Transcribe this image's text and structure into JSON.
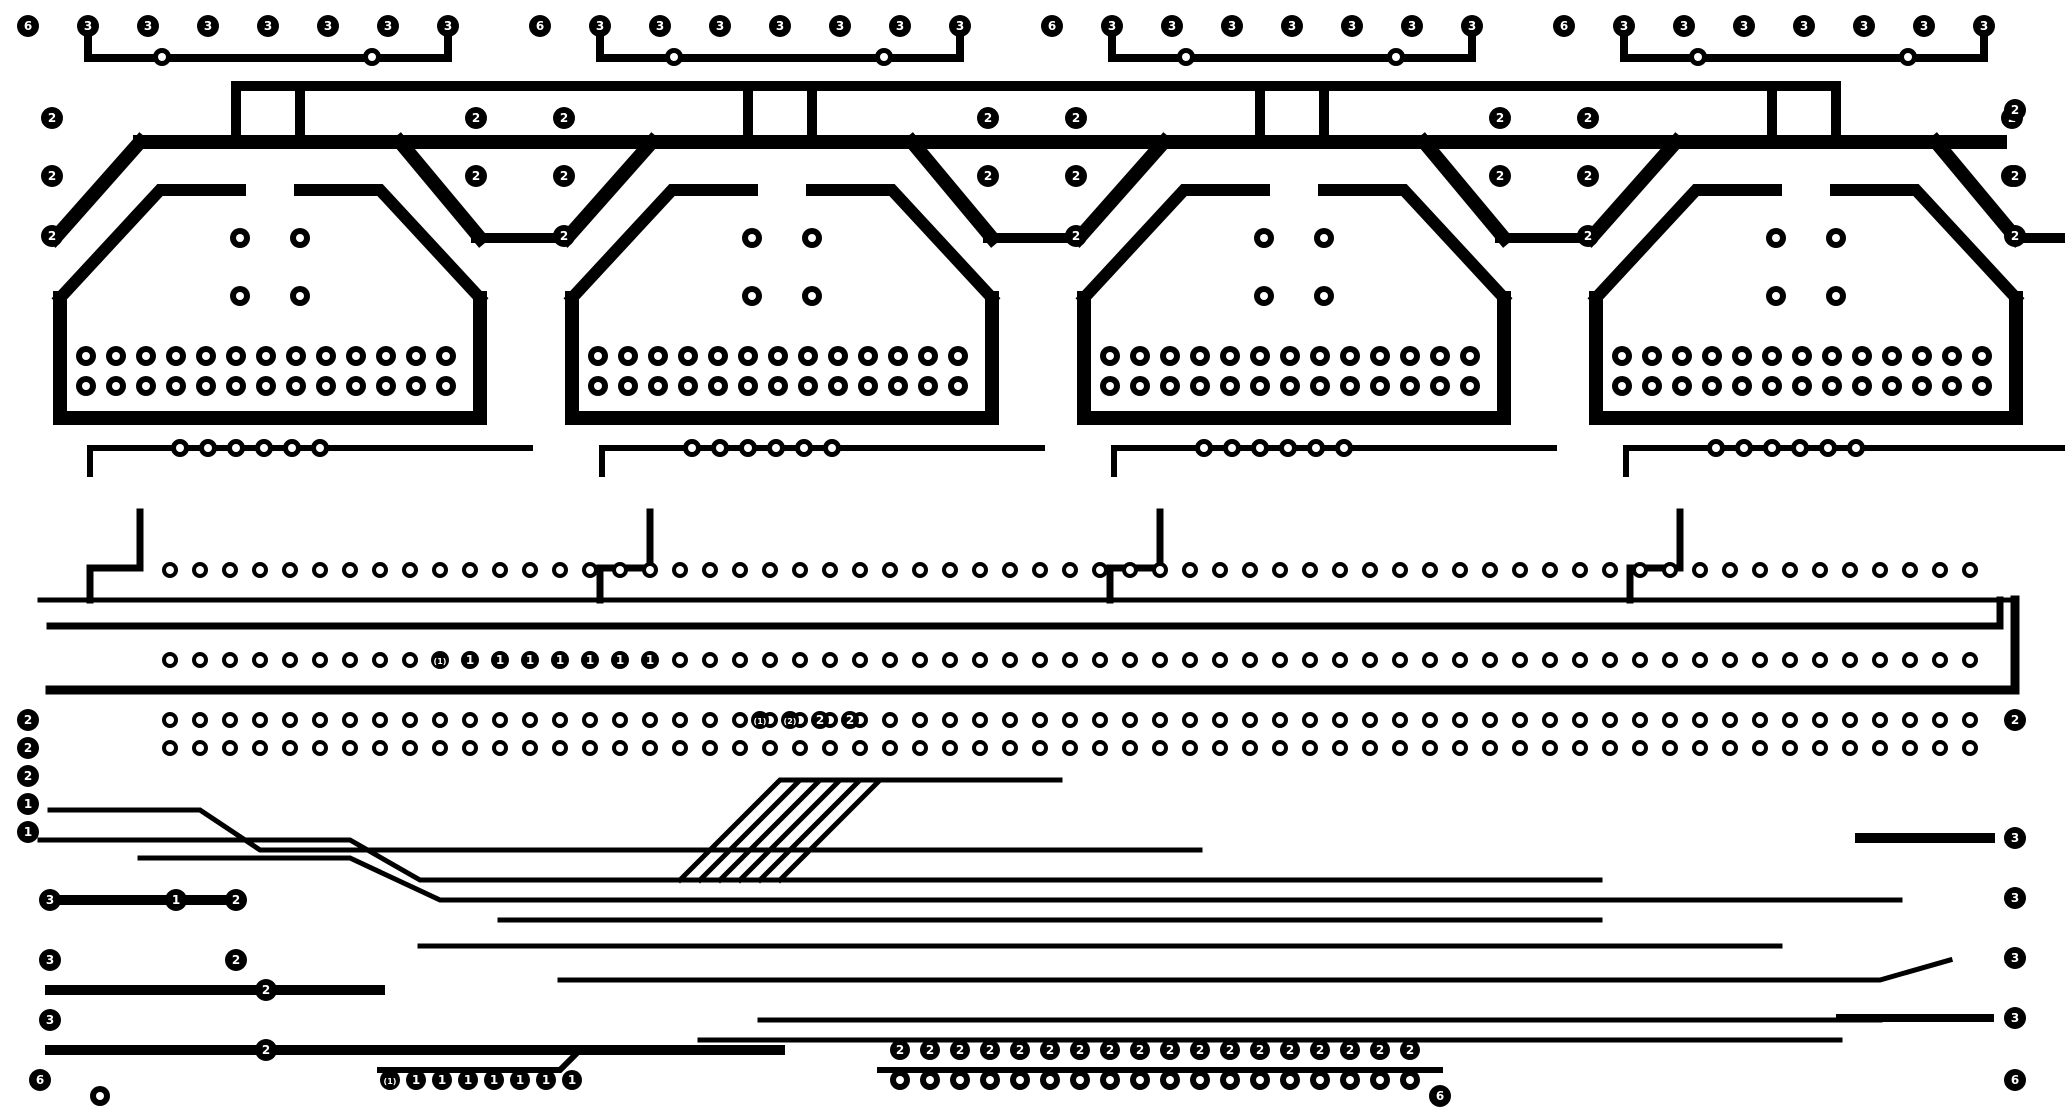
{
  "board": {
    "background": "#ffffff",
    "copper": "#000000",
    "pad_text": "#ffffff"
  },
  "labels": {
    "top_row": [
      "6",
      "3",
      "3",
      "3",
      "3",
      "3",
      "3",
      "3",
      "6",
      "3",
      "3",
      "3",
      "3",
      "3",
      "3",
      "3",
      "6",
      "3",
      "3",
      "3",
      "3",
      "3",
      "3",
      "3",
      "6",
      "3",
      "3",
      "3",
      "3",
      "3",
      "3",
      "3"
    ],
    "row_2": [
      "2",
      "2",
      "2",
      "2",
      "2",
      "2",
      "2",
      "2",
      "2",
      "2",
      "2",
      "2",
      "2",
      "2",
      "2",
      "2",
      "2",
      "2",
      "2",
      "2"
    ],
    "left_col": [
      "2",
      "2",
      "2",
      "1",
      "1"
    ],
    "bottom_left": [
      "3",
      "1",
      "2",
      "3",
      "2",
      "2",
      "3",
      "2",
      "6"
    ],
    "right_col": [
      "2",
      "2",
      "2",
      "2",
      "3",
      "3",
      "3",
      "3",
      "6"
    ],
    "bottom_row_1": [
      "(1)",
      "1",
      "1",
      "1",
      "1",
      "1",
      "1",
      "1"
    ],
    "bottom_row_2": [
      "2",
      "2",
      "2",
      "2",
      "2",
      "2",
      "2",
      "2",
      "2",
      "2",
      "2",
      "2",
      "2",
      "2",
      "2",
      "2",
      "2",
      "2"
    ],
    "mid_1": [
      "(1)",
      "1",
      "1",
      "1",
      "1",
      "1",
      "1",
      "1"
    ],
    "mid_2": [
      "(1)",
      "(2)",
      "2",
      "2"
    ],
    "bottom_marker": "6"
  }
}
